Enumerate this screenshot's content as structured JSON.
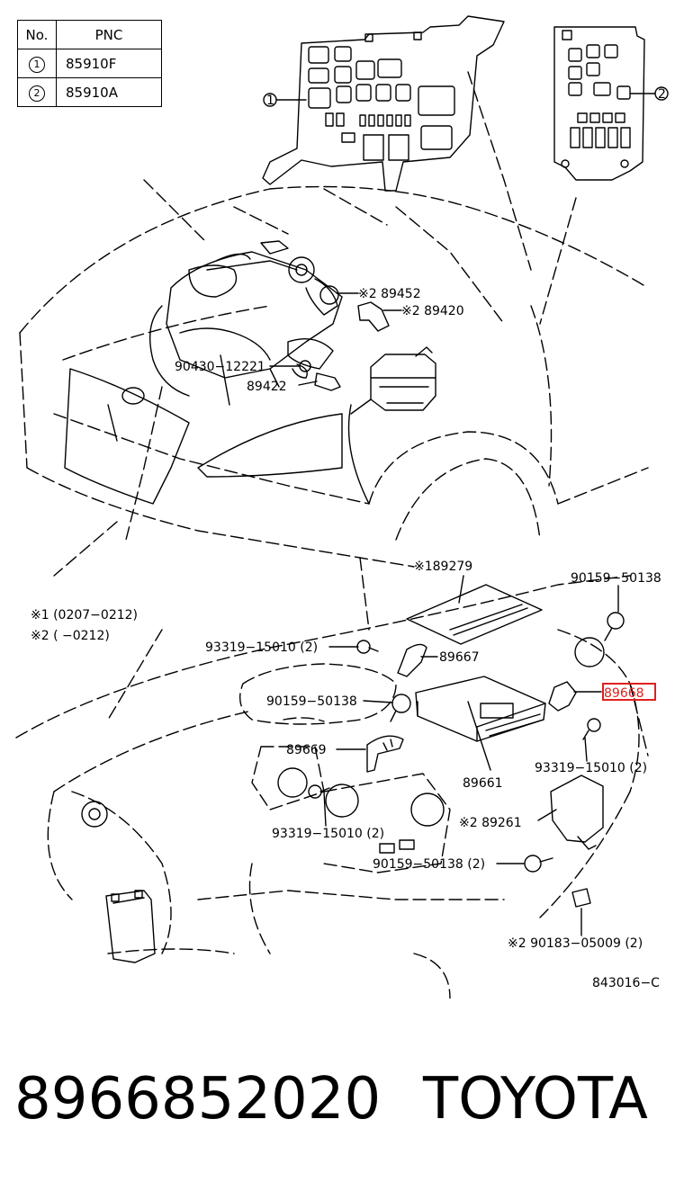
{
  "table": {
    "header": {
      "no": "No.",
      "pnc": "PNC"
    },
    "rows": [
      {
        "no": "1",
        "pnc": "85910F"
      },
      {
        "no": "2",
        "pnc": "85910A"
      }
    ]
  },
  "callouts": {
    "fuse_box_1": "1",
    "fuse_box_2": "2",
    "p89452": "※2 89452",
    "p89420": "※2 89420",
    "p90430": "90430−12221",
    "p89422": "89422",
    "p189279": "※189279",
    "p90159_top": "90159−50138",
    "p93319_a": "93319−15010 (2)",
    "p89667": "89667",
    "p90159_mid": "90159−50138",
    "p89668": "89668",
    "p89669": "89669",
    "p93319_b": "93319−15010 (2)",
    "p89661": "89661",
    "p89261": "※2 89261",
    "p93319_c": "93319−15010 (2)",
    "p90159_low": "90159−50138 (2)",
    "p90183": "※2 90183−05009 (2)"
  },
  "notes": {
    "note1": "※1 (0207−0212)",
    "note2": "※2 (      −0212)"
  },
  "diagram_code": "843016−C",
  "footer": {
    "part_number": "8966852020",
    "brand": "TOYOTA"
  },
  "colors": {
    "highlight": "#e0201c"
  }
}
